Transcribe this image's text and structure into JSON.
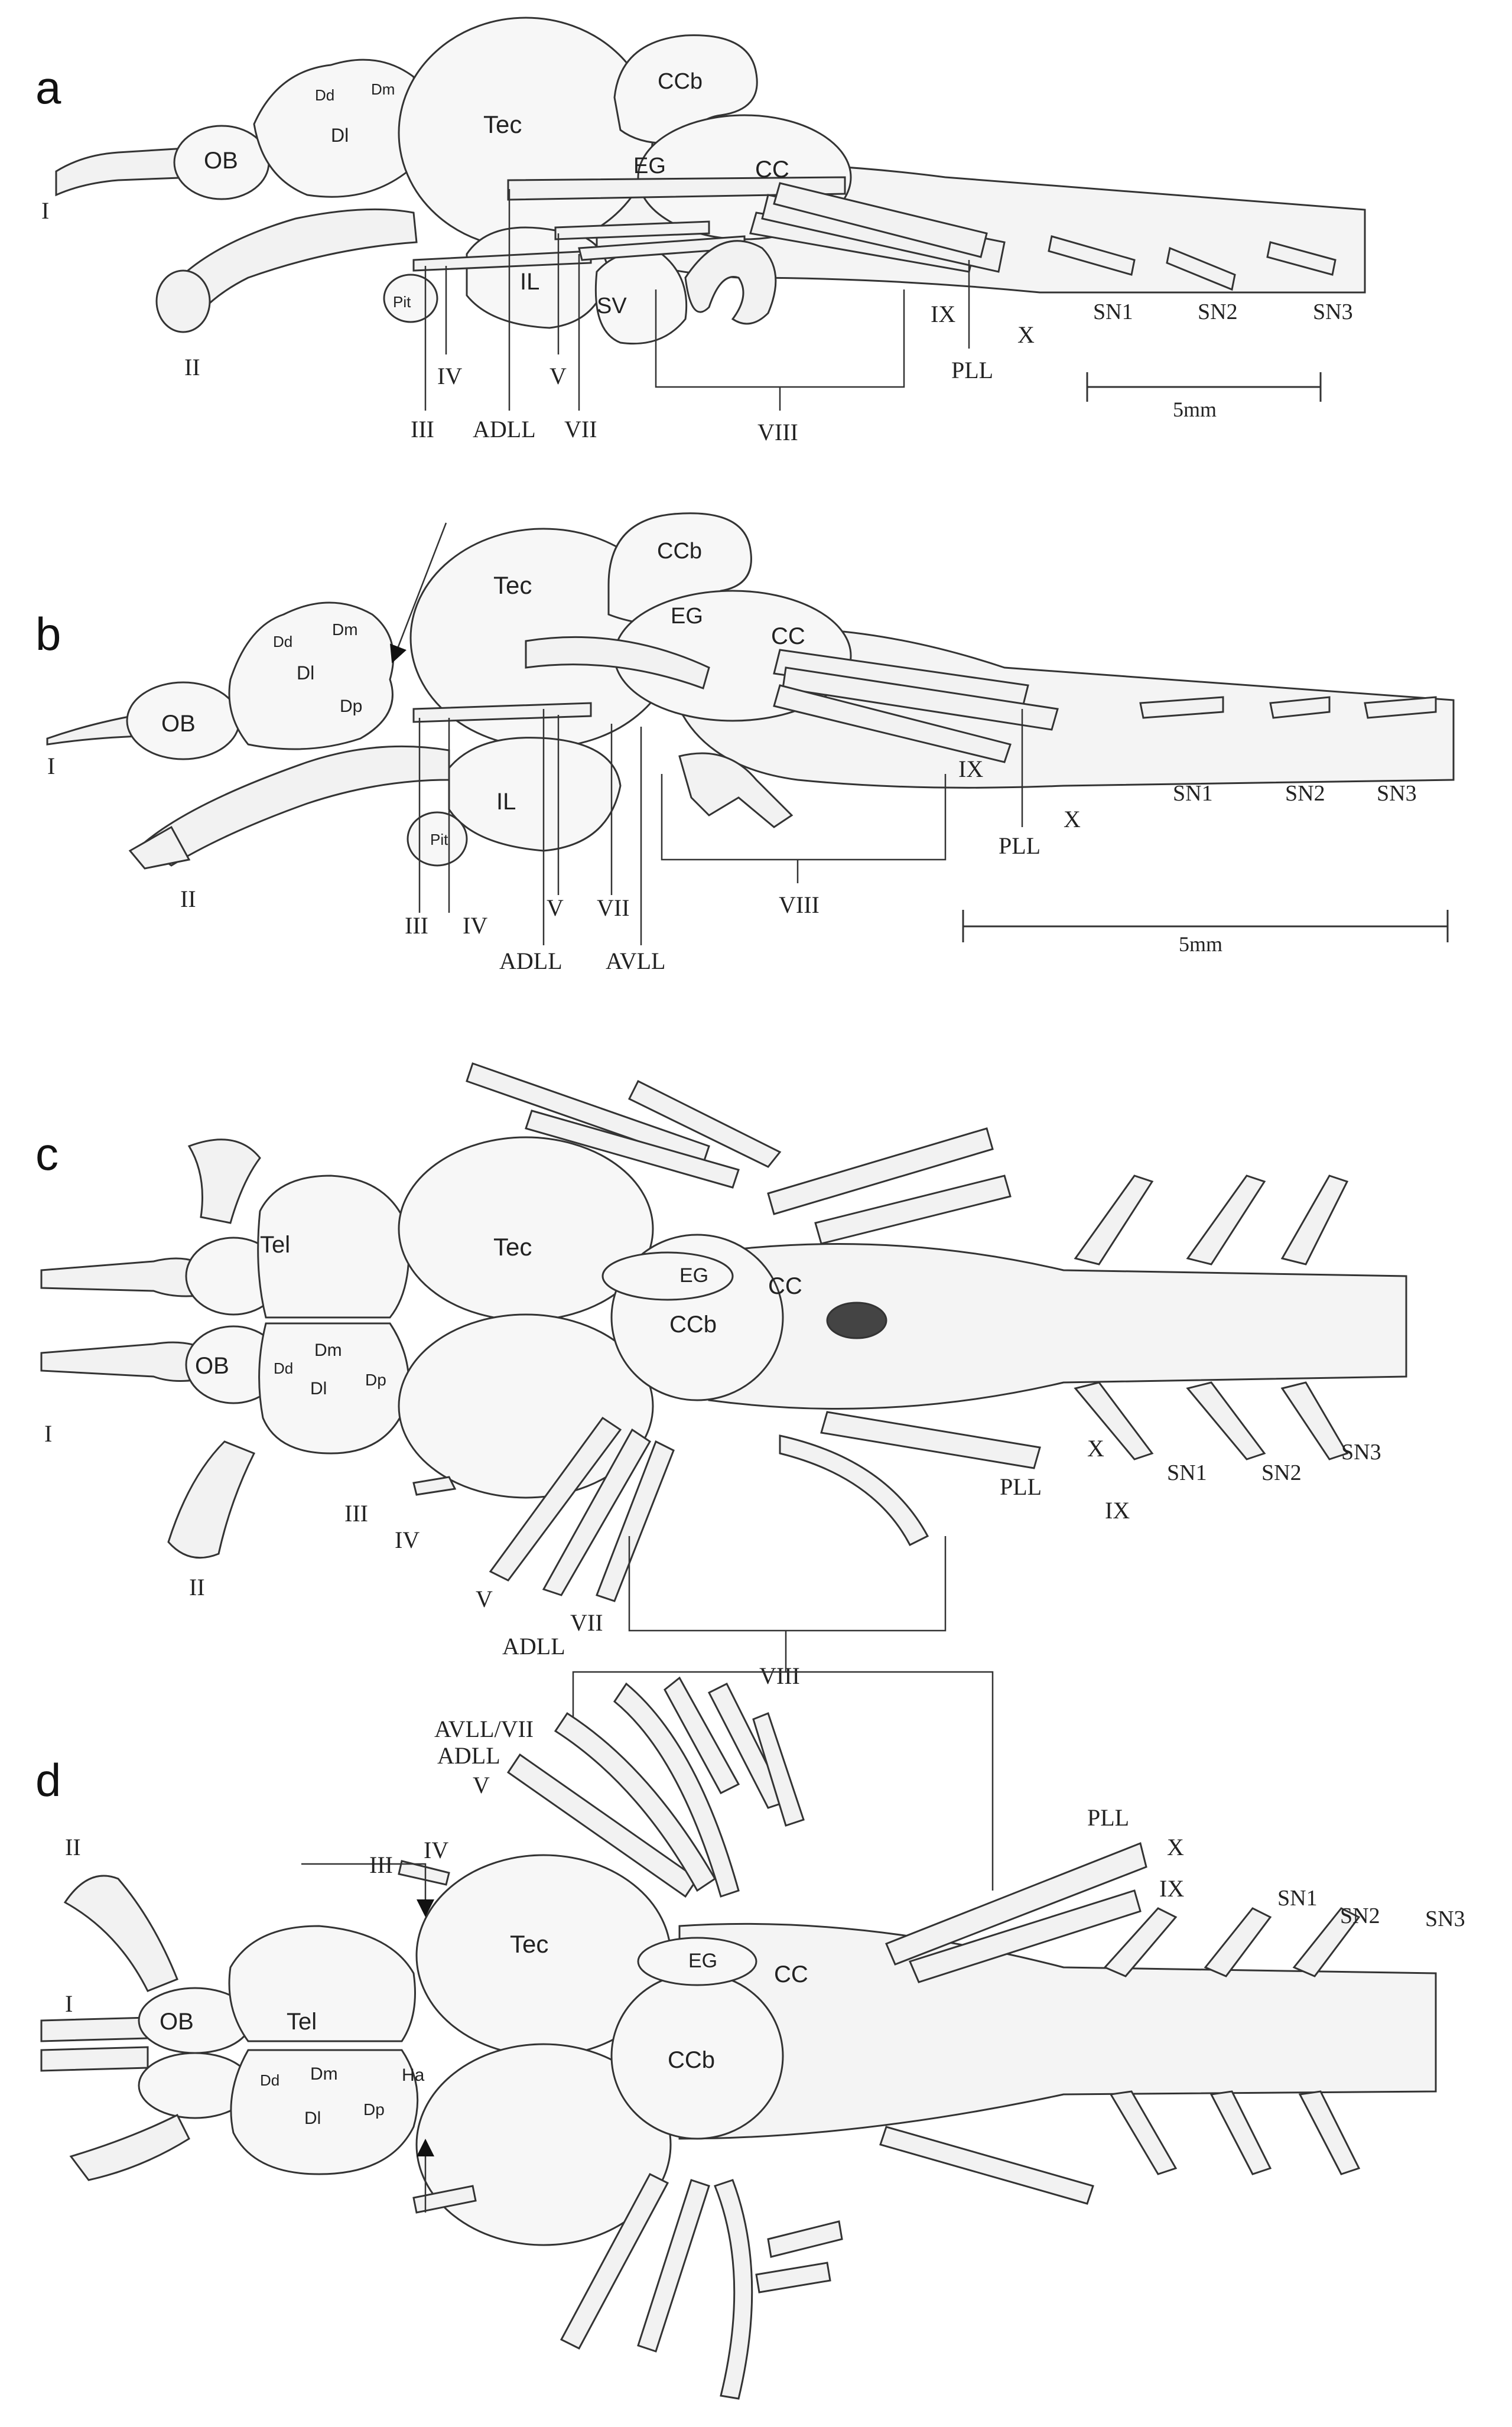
{
  "panels": [
    {
      "letter": "a",
      "labels": {
        "Dd": "Dd",
        "Dm": "Dm",
        "Dl": "Dl",
        "OB": "OB",
        "Tec": "Tec",
        "CCb": "CCb",
        "EG": "EG",
        "CC": "CC",
        "I": "I",
        "II": "II",
        "Pit": "Pit",
        "IL": "IL",
        "SV": "SV",
        "III": "III",
        "IV": "IV",
        "ADLL": "ADLL",
        "V": "V",
        "VII": "VII",
        "VIII": "VIII",
        "IX": "IX",
        "X": "X",
        "PLL": "PLL",
        "SN1": "SN1",
        "SN2": "SN2",
        "SN3": "SN3"
      },
      "scale_bar": "5mm"
    },
    {
      "letter": "b",
      "labels": {
        "Dd": "Dd",
        "Dm": "Dm",
        "Dl": "Dl",
        "Dp": "Dp",
        "OB": "OB",
        "Tec": "Tec",
        "CCb": "CCb",
        "EG": "EG",
        "CC": "CC",
        "I": "I",
        "II": "II",
        "Pit": "Pit",
        "IL": "IL",
        "III": "III",
        "IV": "IV",
        "V": "V",
        "VII": "VII",
        "ADLL": "ADLL",
        "AVLL": "AVLL",
        "VIII": "VIII",
        "IX": "IX",
        "X": "X",
        "PLL": "PLL",
        "SN1": "SN1",
        "SN2": "SN2",
        "SN3": "SN3"
      },
      "scale_bar": "5mm"
    },
    {
      "letter": "c",
      "labels": {
        "Tel": "Tel",
        "OB": "OB",
        "Dd": "Dd",
        "Dm": "Dm",
        "Dl": "Dl",
        "Dp": "Dp",
        "Tec": "Tec",
        "EG": "EG",
        "CC": "CC",
        "CCb": "CCb",
        "I": "I",
        "II": "II",
        "III": "III",
        "IV": "IV",
        "V": "V",
        "ADLL": "ADLL",
        "VII": "VII",
        "VIII": "VIII",
        "PLL": "PLL",
        "IX": "IX",
        "X": "X",
        "SN1": "SN1",
        "SN2": "SN2",
        "SN3": "SN3"
      }
    },
    {
      "letter": "d",
      "labels": {
        "AVLL_VII": "AVLL/VII",
        "ADLL": "ADLL",
        "V": "V",
        "II": "II",
        "III": "III",
        "IV": "IV",
        "I": "I",
        "OB": "OB",
        "Tel": "Tel",
        "Tec": "Tec",
        "EG": "EG",
        "CC": "CC",
        "CCb": "CCb",
        "Dd": "Dd",
        "Dm": "Dm",
        "Dl": "Dl",
        "Dp": "Dp",
        "Ha": "Ha",
        "PLL": "PLL",
        "X": "X",
        "IX": "IX",
        "SN1": "SN1",
        "SN2": "SN2",
        "SN3": "SN3"
      }
    }
  ],
  "colors": {
    "ink": "#222222",
    "fill": "#f4f4f4",
    "background": "#ffffff"
  }
}
